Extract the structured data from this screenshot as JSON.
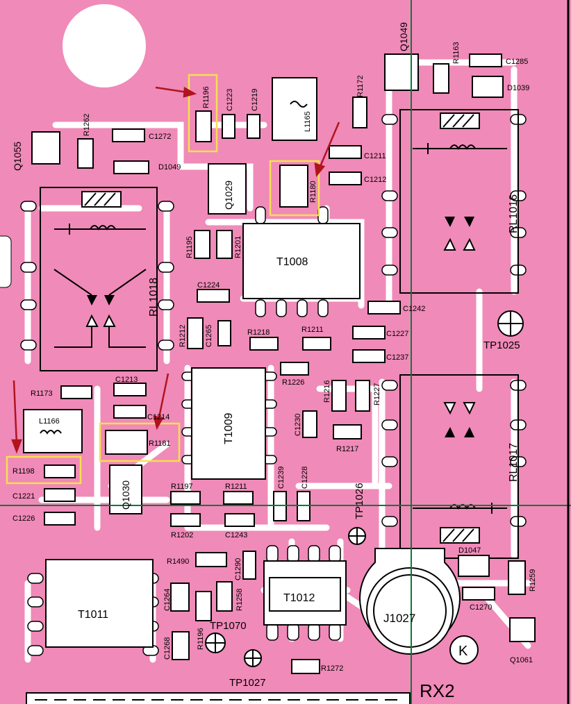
{
  "colors": {
    "board": "#f08ab8",
    "copper": "#ffffff",
    "silk": "#000000",
    "guide": "#0a7a3a",
    "highlight": "#f5e050",
    "arrow": "#b0141e"
  },
  "components": {
    "Q1049": "Q1049",
    "R1163": "R1163",
    "C1285": "C1285",
    "D1039": "D1039",
    "R1172": "R1172",
    "C1211": "C1211",
    "C1212": "C1212",
    "RL1016": "RL1016",
    "R1196": "R1196",
    "C1223": "C1223",
    "C1219": "C1219",
    "L1165": "L1165",
    "R1180": "R1180",
    "Q1029": "Q1029",
    "T1008": "T1008",
    "Q1055": "Q1055",
    "R1262": "R1262",
    "C1272": "C1272",
    "D1049": "D1049",
    "RL1018": "RL1018",
    "R1195": "R1195",
    "R1201": "R1201",
    "C1224": "C1224",
    "C1242": "C1242",
    "R1212": "R1212",
    "C1265": "C1265",
    "R1218": "R1218",
    "R1211": "R1211",
    "C1227": "C1227",
    "C1237": "C1237",
    "TP1025": "TP1025",
    "R1226": "R1226",
    "R1173": "R1173",
    "C1213": "C1213",
    "C1214": "C1214",
    "L1166": "L1166",
    "R1181": "R1181",
    "T1009": "T1009",
    "R1216": "R1216",
    "R1227": "R1227",
    "C1230": "C1230",
    "R1217": "R1217",
    "RL1017": "RL1017",
    "R1198": "R1198",
    "C1221": "C1221",
    "C1226": "C1226",
    "Q1030": "Q1030",
    "R1197": "R1197",
    "R1211b": "R1211",
    "C1239": "C1239",
    "C1228": "C1228",
    "TP1026": "TP1026",
    "R1202": "R1202",
    "C1243": "C1243",
    "R1490": "R1490",
    "C1290": "C1290",
    "C1264": "C1264",
    "R1258": "R1258",
    "T1012": "T1012",
    "D1047": "D1047",
    "R1259": "R1259",
    "C1270": "C1270",
    "T1011": "T1011",
    "R1196b": "R1196",
    "TP1070": "TP1070",
    "J1027": "J1027",
    "C1268": "C1268",
    "TP1027": "TP1027",
    "R1272": "R1272",
    "Q1061": "Q1061",
    "K": "K",
    "RX2": "RX2"
  }
}
